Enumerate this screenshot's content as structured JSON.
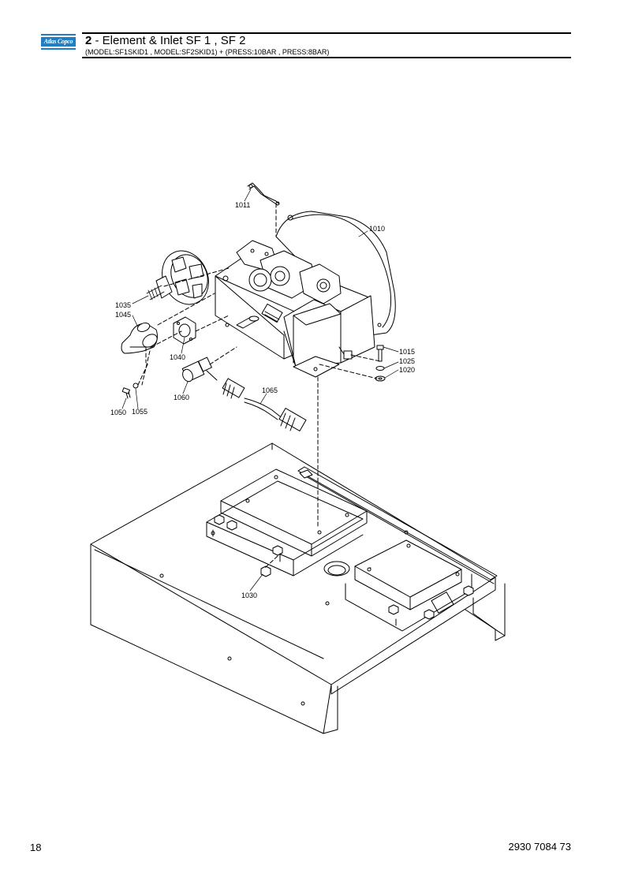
{
  "header": {
    "logo_text": "Atlas Copco",
    "section_number": "2",
    "title_text": " - Element & Inlet SF 1 , SF 2",
    "subtitle": "(MODEL:SF1SKID1 , MODEL:SF2SKID1) + (PRESS:10BAR , PRESS:8BAR)"
  },
  "callouts": {
    "c1010": "1010",
    "c1011": "1011",
    "c1015": "1015",
    "c1020": "1020",
    "c1025": "1025",
    "c1030": "1030",
    "c1035": "1035",
    "c1040": "1040",
    "c1045": "1045",
    "c1050": "1050",
    "c1055": "1055",
    "c1060": "1060",
    "c1065": "1065"
  },
  "footer": {
    "page_number": "18",
    "document_number": "2930 7084 73"
  }
}
